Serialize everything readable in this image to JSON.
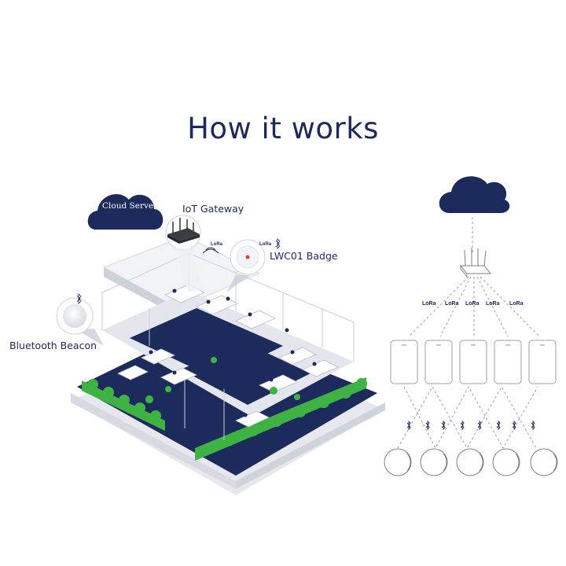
{
  "title": "How it works",
  "labels": {
    "cloud_server": "Cloud Server",
    "iot_gateway": "IoT Gateway",
    "lwc01_badge": "LWC01 Badge",
    "bluetooth_beacon": "Bluetooth Beacon"
  },
  "lora_mark": "LoRa",
  "icons": [
    "cloud-icon",
    "gateway-icon",
    "badge-icon",
    "beacon-icon",
    "bluetooth-icon",
    "wifi-signal-icon"
  ],
  "colors": {
    "navy": "#1c2a5c",
    "green": "#3fb244",
    "floor": "#e9ebf1",
    "line": "#9aa0ad"
  }
}
